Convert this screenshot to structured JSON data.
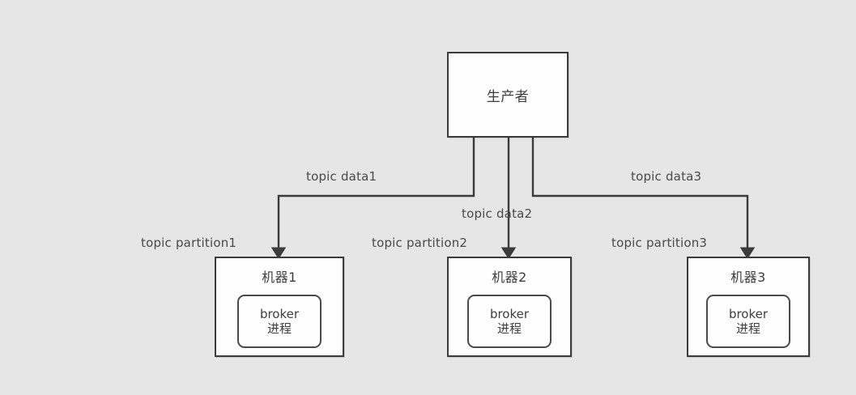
{
  "diagram": {
    "title": "Kafka producer to broker topology",
    "background_color": "#e6e6e6",
    "node_fill": "#fefefe",
    "stroke_color": "#3b3b3b",
    "text_color": "#3d3d3d",
    "producer": {
      "label": "生产者"
    },
    "machines": [
      {
        "title": "机器1",
        "process_line1": "broker",
        "process_line2": "进程"
      },
      {
        "title": "机器2",
        "process_line1": "broker",
        "process_line2": "进程"
      },
      {
        "title": "机器3",
        "process_line1": "broker",
        "process_line2": "进程"
      }
    ],
    "edge_labels": {
      "data1": "topic data1",
      "data2": "topic data2",
      "data3": "topic data3",
      "partition1": "topic partition1",
      "partition2": "topic partition2",
      "partition3": "topic partition3"
    }
  }
}
